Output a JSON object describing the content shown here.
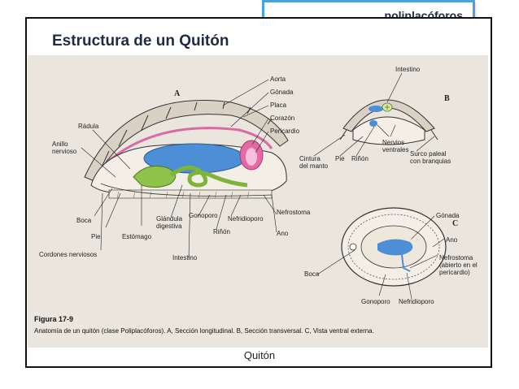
{
  "header": {
    "tag_label": "poliplacóforos",
    "title": "Estructura de un Quitón"
  },
  "figure": {
    "panel_letters": {
      "a": "A",
      "b": "B",
      "c": "C"
    },
    "labels_a": {
      "aorta": "Aorta",
      "gonada": "Gónada",
      "placa": "Placa",
      "corazon": "Corazón",
      "pericardio": "Pericardio",
      "radula": "Rádula",
      "anillo_nervioso": "Anillo\nnervioso",
      "boca": "Boca",
      "pie": "Pie",
      "estomago": "Estómago",
      "glandula": "Glándula\ndigestiva",
      "gonoporo": "Gonoporo",
      "nefridioporo": "Nefridioporo",
      "rinon": "Riñón",
      "nefrostoma": "Nefrostoma",
      "ano": "Ano",
      "intestino": "Intestino",
      "cordones": "Cordones nerviosos"
    },
    "labels_b": {
      "intestino": "Intestino",
      "nervios_ventrales": "Nervios\nventrales",
      "cintura": "Cintura\ndel manto",
      "pie": "Pie",
      "rinon": "Riñón",
      "surco": "Surco paleal\ncon branquias"
    },
    "labels_c": {
      "gonada": "Gónada",
      "ano": "Ano",
      "boca": "Boca",
      "nefrostoma": "Nefrostoma\n(abierto en el\npericardio)",
      "gonoporo": "Gonoporo",
      "nefridioporo": "Nefridioporo"
    },
    "caption_title": "Figura 17-9",
    "caption_text": "Anatomía de un quitón (clase Poliplacóforos). A, Sección longitudinal. B, Sección transversal. C, Vista ventral externa."
  },
  "footer": {
    "caption": "Quitón"
  }
}
